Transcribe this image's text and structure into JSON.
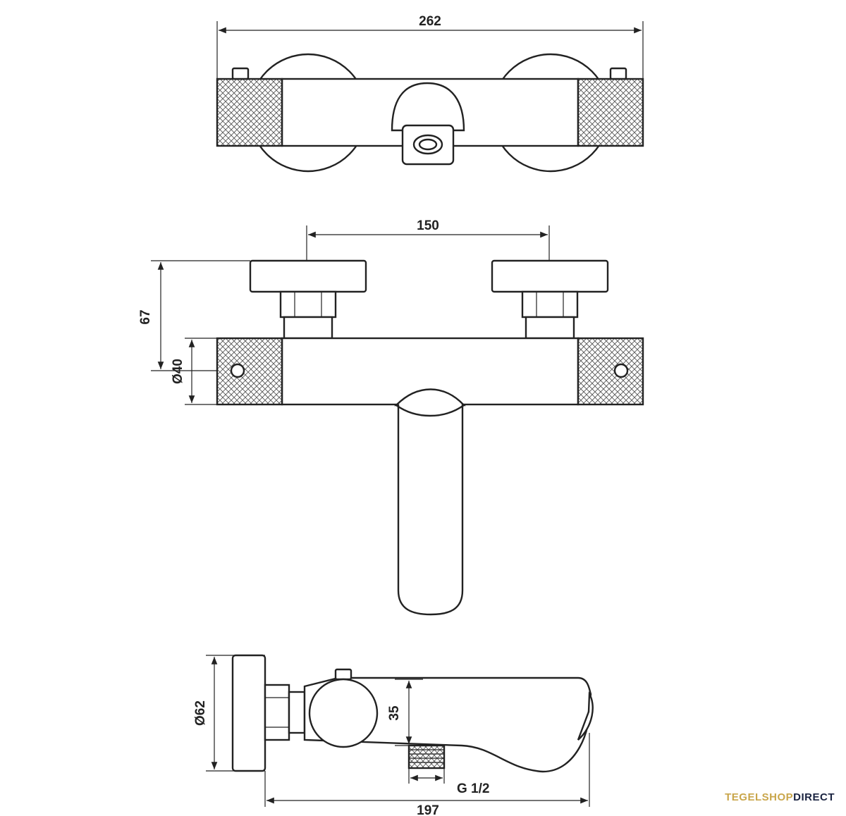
{
  "dimensions": {
    "top_width": "262",
    "handle_spacing": "150",
    "depth_67": "67",
    "body_diameter": "Ø40",
    "rosette_diameter": "Ø62",
    "spout_height": "35",
    "thread": "G 1/2",
    "total_projection": "197"
  },
  "brand": {
    "part1": "TEGELSHOP",
    "part2": "DIRECT",
    "color_primary": "#c9a64b",
    "color_secondary": "#1a2340"
  }
}
